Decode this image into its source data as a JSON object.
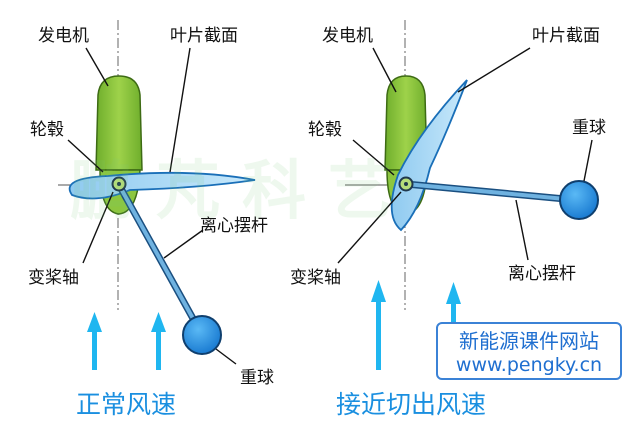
{
  "left_panel": {
    "generator": "发电机",
    "blade_section": "叶片截面",
    "hub": "轮毂",
    "pitch_axis": "变桨轴",
    "pendulum_rod": "离心摆杆",
    "weight_ball": "重球",
    "caption": "正常风速"
  },
  "right_panel": {
    "generator": "发电机",
    "blade_section": "叶片截面",
    "hub": "轮毂",
    "weight_ball": "重球",
    "pitch_axis": "变桨轴",
    "pendulum_rod": "离心摆杆",
    "caption": "接近切出风速"
  },
  "watermark": {
    "line1": "新能源课件网站",
    "line2": "www.pengky.cn",
    "faint": "鹏芃科艺"
  },
  "colors": {
    "generator": "#8cc63f",
    "blade": "#a9d8f5",
    "ball": "#1e8fe0",
    "rod": "#5f9fce",
    "wind_arrow": "#1fb6f0",
    "caption": "#1a8fe0"
  }
}
